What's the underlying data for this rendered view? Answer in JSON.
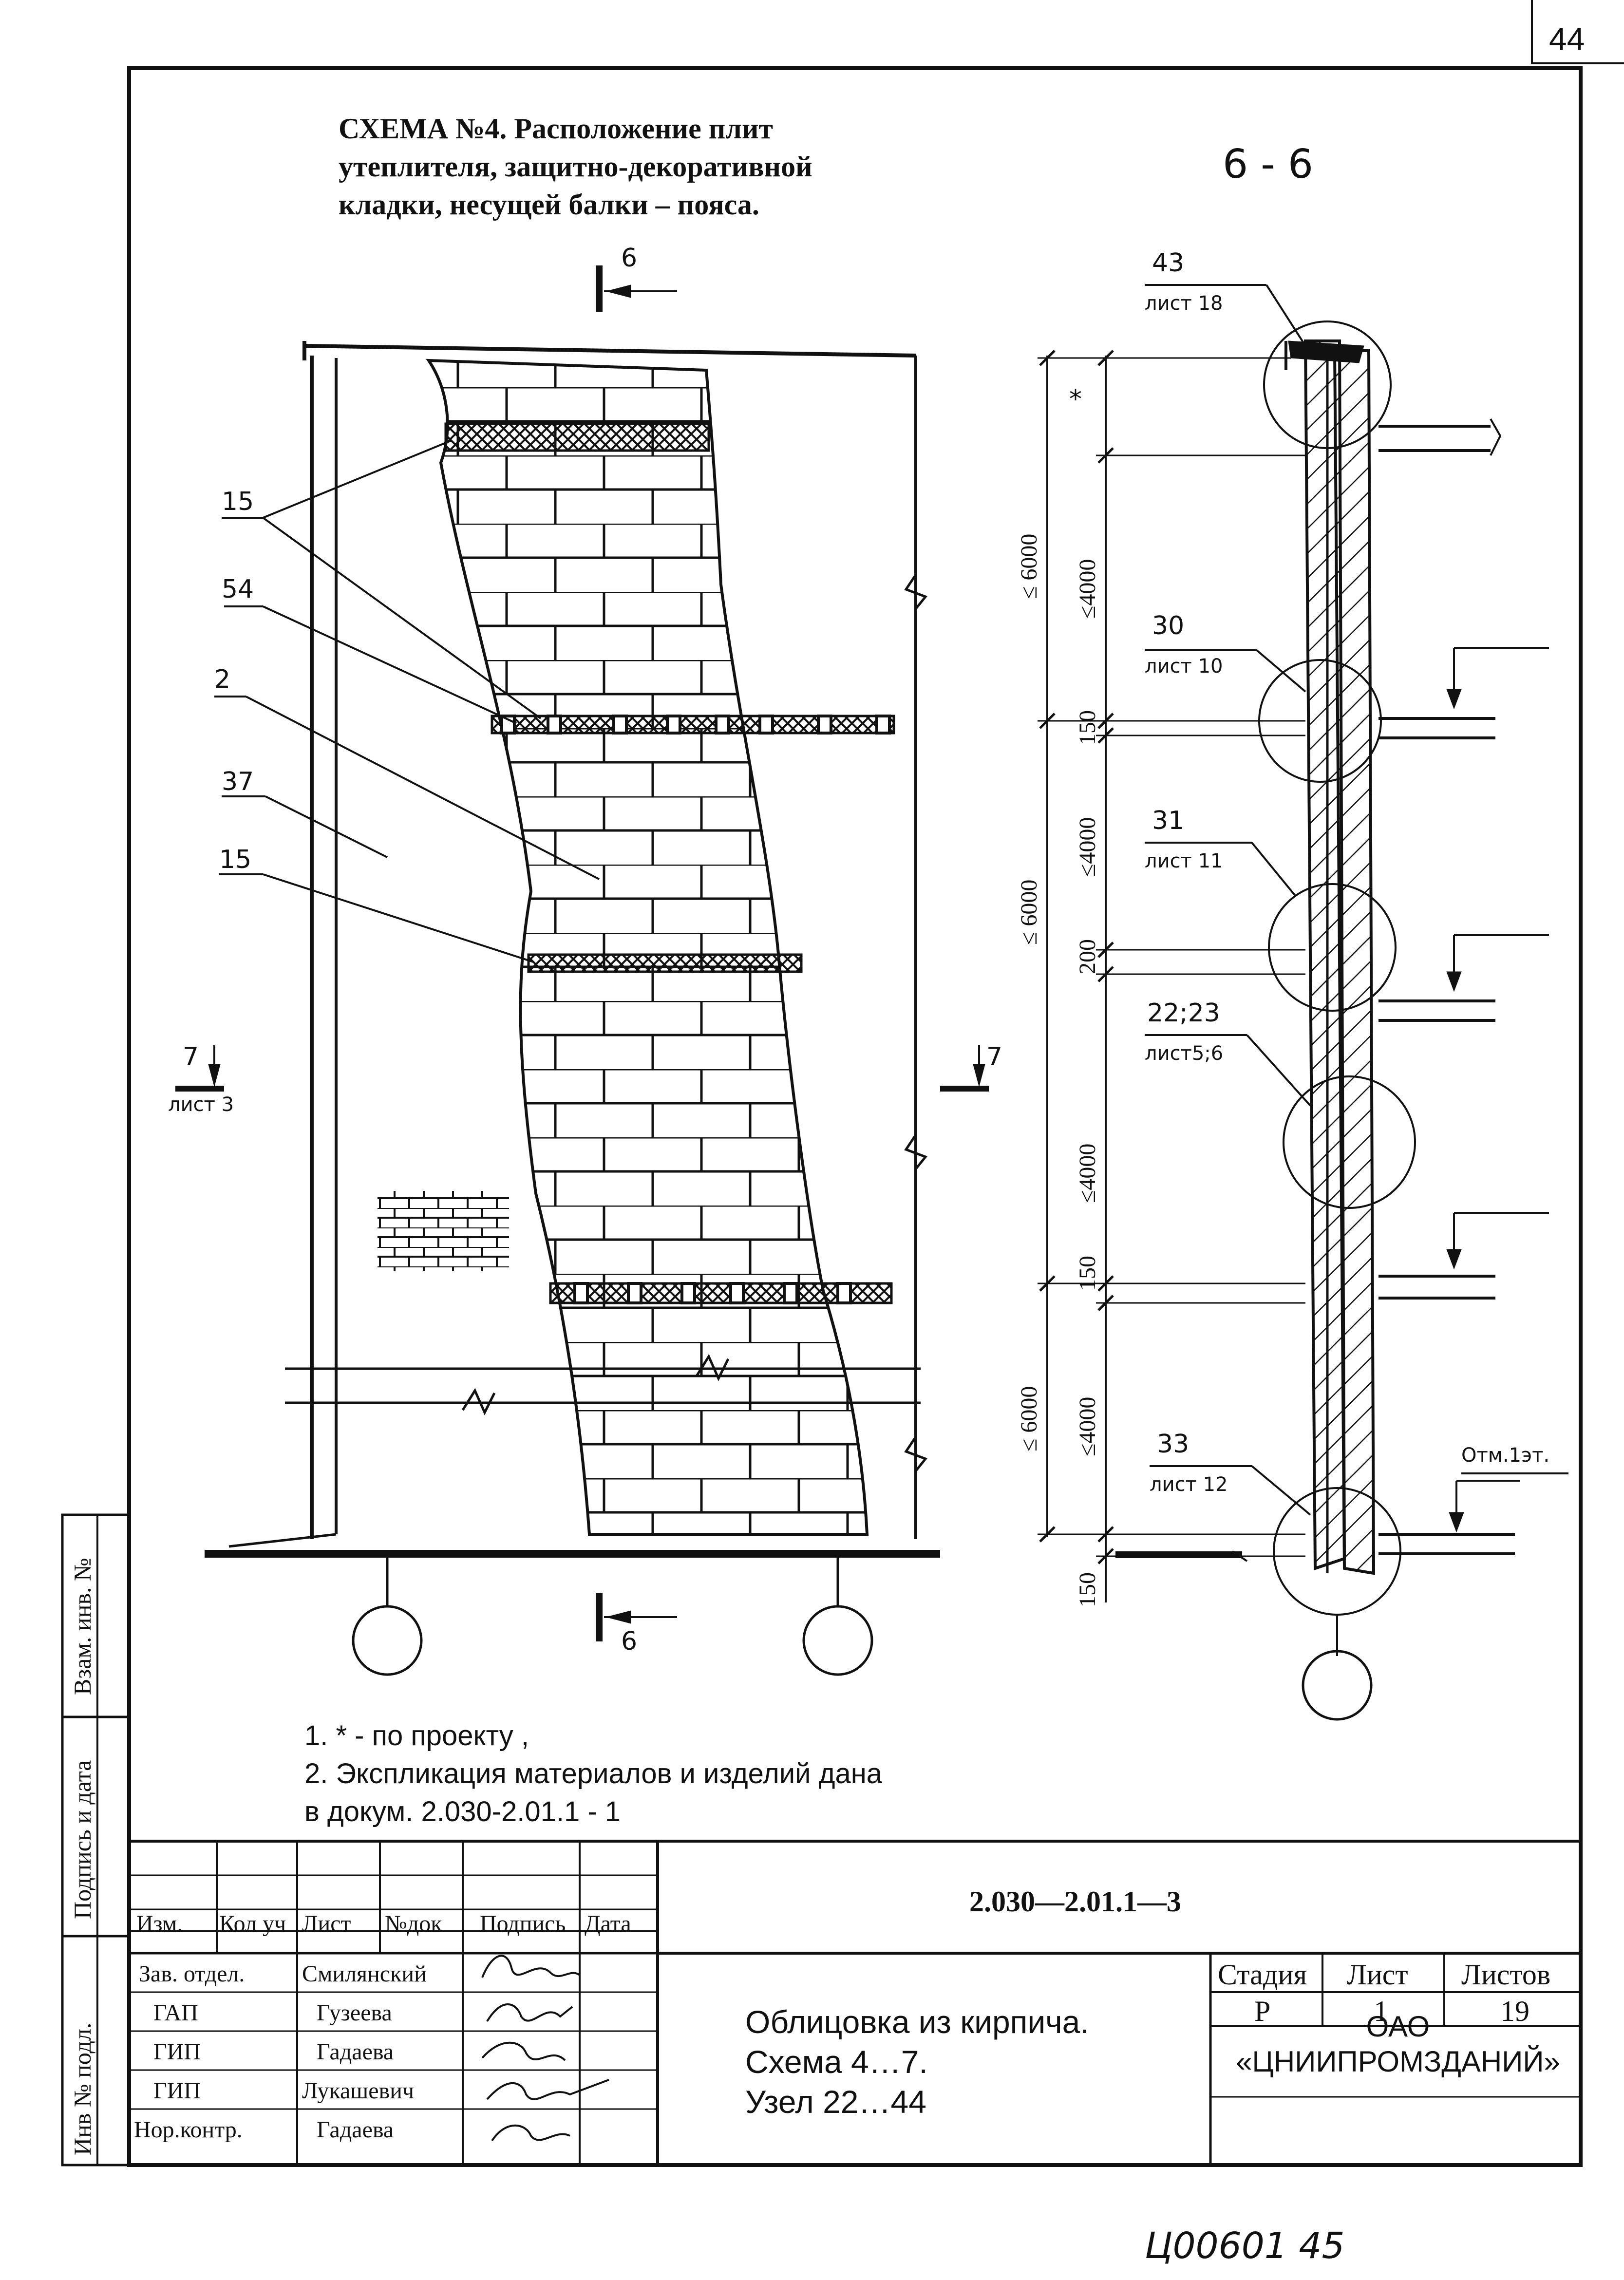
{
  "page_number": "44",
  "title_lines": [
    "СХЕМА №4. Расположение плит",
    "утеплителя, защитно-декоративной",
    "кладки, несущей балки – пояса."
  ],
  "section_label": "6 - 6",
  "cut_marks": {
    "top": "6",
    "bottom": "6",
    "left": "7",
    "right": "7",
    "left_sheet": "лист 3"
  },
  "elevation_callouts": [
    "15",
    "54",
    "2",
    "37",
    "15"
  ],
  "section_callouts": [
    {
      "num": "43",
      "sheet": "лист 18"
    },
    {
      "num": "30",
      "sheet": "лист 10"
    },
    {
      "num": "31",
      "sheet": "лист 11"
    },
    {
      "num": "22;23",
      "sheet": "лист5;6"
    },
    {
      "num": "33",
      "sheet": "лист 12"
    }
  ],
  "floor_mark": "Отм.1эт.",
  "dimension_labels": {
    "star": "*",
    "le6000": "≤ 6000",
    "le4000": "≤4000",
    "d150": "150",
    "d200": "200"
  },
  "notes": [
    "1.  * - по проекту ,",
    "2.  Экспликация материалов и изделий дана",
    "      в докум. 2.030-2.01.1 - 1"
  ],
  "side_labels": [
    "Взам. инв. №",
    "Подпись и дата",
    "Инв № подл."
  ],
  "doc_code": "2.030—2.01.1—3",
  "revision_headers": [
    "Изм.",
    "Кол уч",
    "Лист",
    "№док",
    "Подпись",
    "Дата"
  ],
  "staff": [
    {
      "role": "Зав. отдел.",
      "name": "Смилянский"
    },
    {
      "role": "ГАП",
      "name": "Гузеева"
    },
    {
      "role": "ГИП",
      "name": "Гадаева"
    },
    {
      "role": "ГИП",
      "name": "Лукашевич"
    },
    {
      "role": "Нор.контр.",
      "name": "Гадаева"
    }
  ],
  "description_lines": [
    "Облицовка из кирпича.",
    "Схема 4…7.",
    "Узел 22…44"
  ],
  "stage": {
    "headers": [
      "Стадия",
      "Лист",
      "Листов"
    ],
    "values": [
      "Р",
      "1",
      "19"
    ]
  },
  "org_lines": [
    "ОАО",
    "«ЦНИИПРОМЗДАНИЙ»"
  ],
  "stamp": "Ц00601    45"
}
